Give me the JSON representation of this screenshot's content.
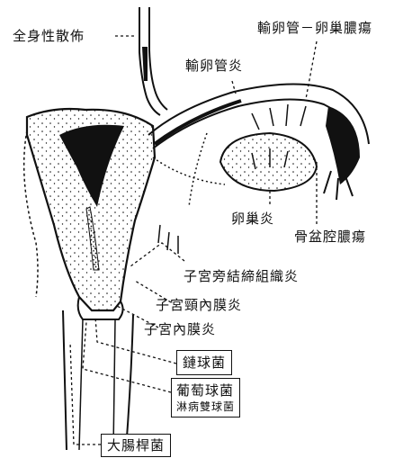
{
  "labels": {
    "systemic_spread": "全身性散佈",
    "tubo_ovarian_abscess": "輸卵管－卵巢膿瘍",
    "salpingitis": "輸卵管炎",
    "oophoritis": "卵巢炎",
    "pelvic_abscess": "骨盆腔膿瘍",
    "parametritis": "子宮旁結締組織炎",
    "endocervicitis": "子宮頸內膜炎",
    "endometritis": "子宮內膜炎"
  },
  "pathogens": {
    "streptococcus": "鏈球菌",
    "staphylococcus": "葡萄球菌",
    "gonococcus": "淋病雙球菌",
    "e_coli": "大腸桿菌"
  },
  "colors": {
    "ink": "#111111",
    "background": "#ffffff"
  }
}
